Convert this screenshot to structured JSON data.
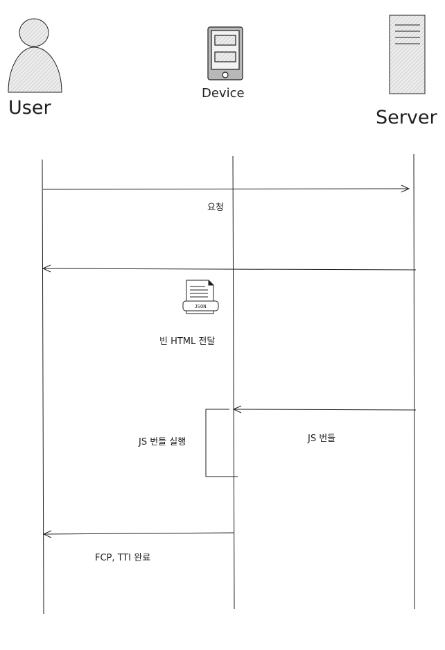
{
  "actors": {
    "user": {
      "label": "User",
      "icon": "person-icon"
    },
    "device": {
      "label": "Device",
      "icon": "mobile-device-icon"
    },
    "server": {
      "label": "Server",
      "icon": "server-icon"
    }
  },
  "messages": {
    "request": {
      "label": "요청"
    },
    "empty_html": {
      "label": "빈 HTML 전달",
      "icon": "json-file-icon",
      "icon_text": "JSON"
    },
    "js_bundle": {
      "label": "JS 번들"
    },
    "js_exec": {
      "label": "JS 번들 실행"
    },
    "complete": {
      "label": "FCP, TTI 완료"
    }
  },
  "colors": {
    "stroke": "#1e1e1e",
    "fill": "#dcdcdc",
    "background": "#ffffff"
  }
}
